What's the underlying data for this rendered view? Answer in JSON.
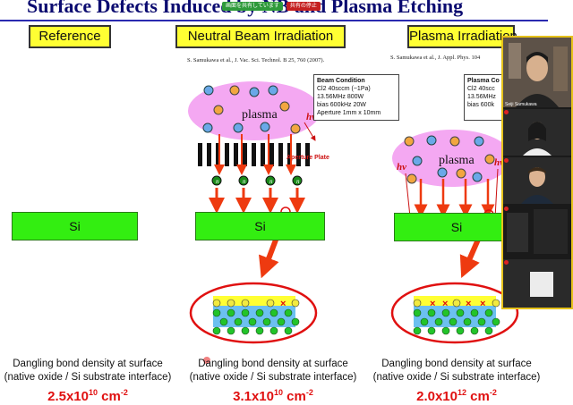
{
  "slide": {
    "title": "Surface Defects Induced by NB and Plasma Etching",
    "columns": [
      {
        "label": "Reference",
        "si_label": "Si",
        "caption_line1": "Dangling bond density at surface",
        "caption_line2": "(native oxide / Si substrate interface)",
        "value_mantissa": "2.5x10",
        "value_exponent": "10",
        "value_unit": " cm",
        "value_unit_exponent": "-2"
      },
      {
        "label": "Neutral Beam Irradiation",
        "citation": "S. Samukawa et al., J. Vac. Sci. Technol. B 25, 760 (2007).",
        "condition_title": "Beam Condition",
        "condition_lines": [
          "Cl2 40sccm (~1Pa)",
          "13.56MHz 800W",
          "bias 600kHz 20W",
          "Aperture 1mm x 10mm"
        ],
        "plasma_label": "plasma",
        "hv_label": "hv",
        "aperture_label": "Aperture Plate",
        "neutral_label": "n",
        "si_label": "Si",
        "caption_line1": "Dangling bond density at surface",
        "caption_line2": "(native oxide / Si substrate interface)",
        "value_mantissa": "3.1x10",
        "value_exponent": "10",
        "value_unit": " cm",
        "value_unit_exponent": "-2"
      },
      {
        "label": "Plasma Irradiation",
        "citation": "S. Samukawa et al., J. Appl. Phys. 104",
        "condition_title": "Plasma Co",
        "condition_lines": [
          "Cl2 40scc",
          "13.56MHz",
          "bias 600k"
        ],
        "plasma_label": "plasma",
        "hv_label": "hv",
        "si_label": "Si",
        "caption_line1": "Dangling bond density at surface",
        "caption_line2": "(native oxide / Si substrate interface)",
        "value_mantissa": "2.0x10",
        "value_exponent": "12",
        "value_unit": " cm",
        "value_unit_exponent": "-2"
      }
    ],
    "defect_mark": "×"
  },
  "share_bar": {
    "sharing_label": "画面を共有しています",
    "stop_label": "共有の停止"
  },
  "participants": [
    {
      "name": "Seiji Samukawa",
      "mic_muted": false
    },
    {
      "name": "",
      "mic_muted": true
    },
    {
      "name": "",
      "mic_muted": true
    },
    {
      "name": "",
      "mic_muted": true
    },
    {
      "name": "",
      "mic_muted": true
    }
  ],
  "colors": {
    "plasma": "#f4a8f2",
    "si": "#33ee11",
    "arrow": "#ee3a10",
    "label_bg": "#ffff33",
    "value": "#e01010",
    "title": "#0b0b70"
  }
}
